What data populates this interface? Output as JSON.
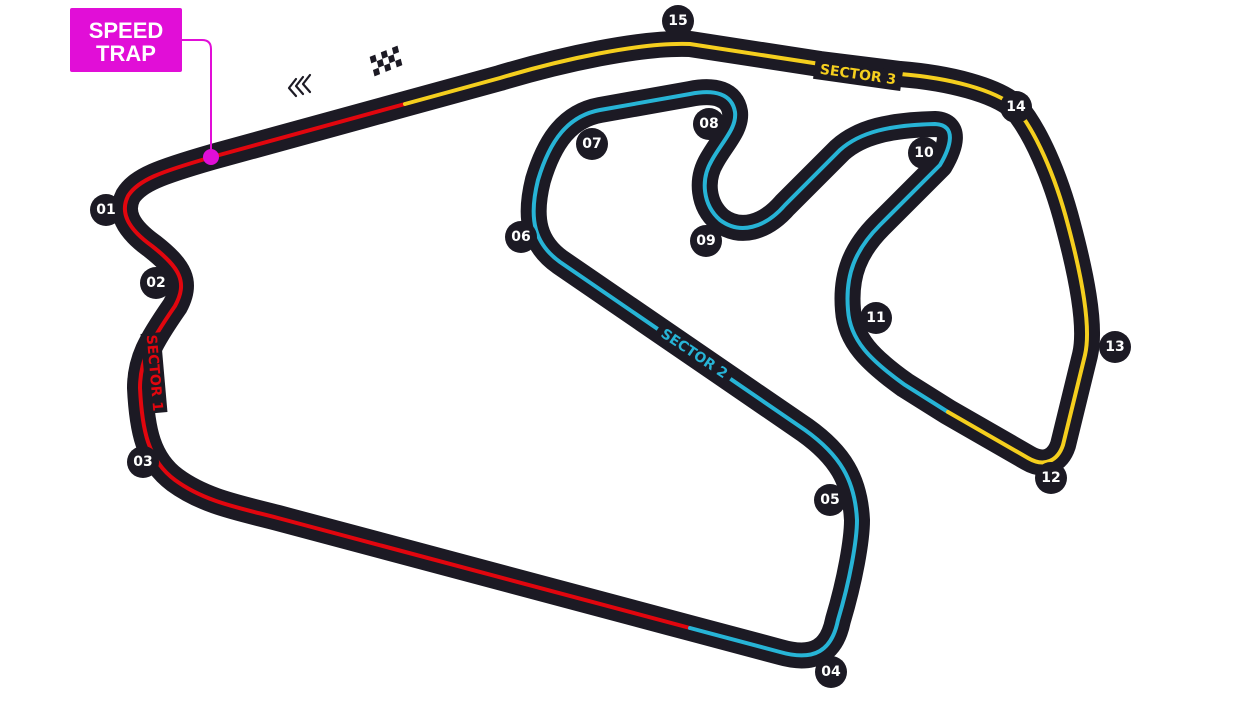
{
  "colors": {
    "track": "#1c1a24",
    "sector1": "#e1060e",
    "sector2": "#27b4d6",
    "sector3": "#f5cf1e",
    "speed_trap": "#e10ed7",
    "turn_marker": "#1c1a24",
    "background": "#ffffff"
  },
  "speed_trap": {
    "line1": "SPEED",
    "line2": "TRAP"
  },
  "sectors": {
    "sector1": "SECTOR 1",
    "sector2": "SECTOR 2",
    "sector3": "SECTOR 3"
  },
  "turns": [
    "01",
    "02",
    "03",
    "04",
    "05",
    "06",
    "07",
    "08",
    "09",
    "10",
    "11",
    "12",
    "13",
    "14",
    "15"
  ],
  "icons": {
    "direction": "direction-chevrons-icon",
    "start_finish": "checkered-flag-icon"
  }
}
